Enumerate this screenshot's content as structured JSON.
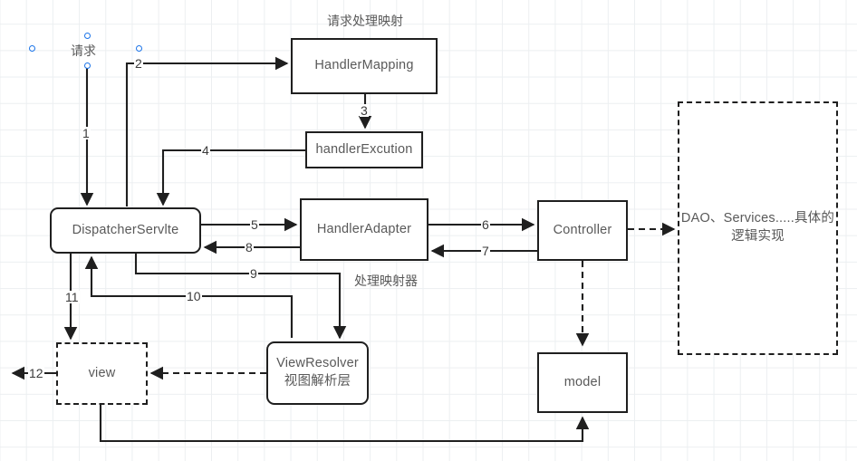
{
  "diagram": {
    "title_label": "请求处理映射",
    "request_label": "请求",
    "handler_mapper_label": "处理映射器",
    "nodes": {
      "dispatcher": "DispatcherServlte",
      "handler_mapping": "HandlerMapping",
      "handler_excution": "handlerExcution",
      "handler_adapter": "HandlerAdapter",
      "controller": "Controller",
      "dao": "DAO、Services.....具体的\n逻辑实现",
      "dao_line1": "DAO、Services.....具体的",
      "dao_line2": "逻辑实现",
      "view": "view",
      "view_resolver_line1": "ViewResolver",
      "view_resolver_line2": "视图解析层",
      "model": "model"
    },
    "edge_numbers": {
      "n1": "1",
      "n2": "2",
      "n3": "3",
      "n4": "4",
      "n5": "5",
      "n6": "6",
      "n7": "7",
      "n8": "8",
      "n9": "9",
      "n10": "10",
      "n11": "11",
      "n12": "12"
    },
    "colors": {
      "stroke": "#1f1f1f",
      "text": "#595959",
      "grid": "#eceff1",
      "selection_handle": "#1a73e8",
      "canvas": "#ffffff"
    }
  }
}
